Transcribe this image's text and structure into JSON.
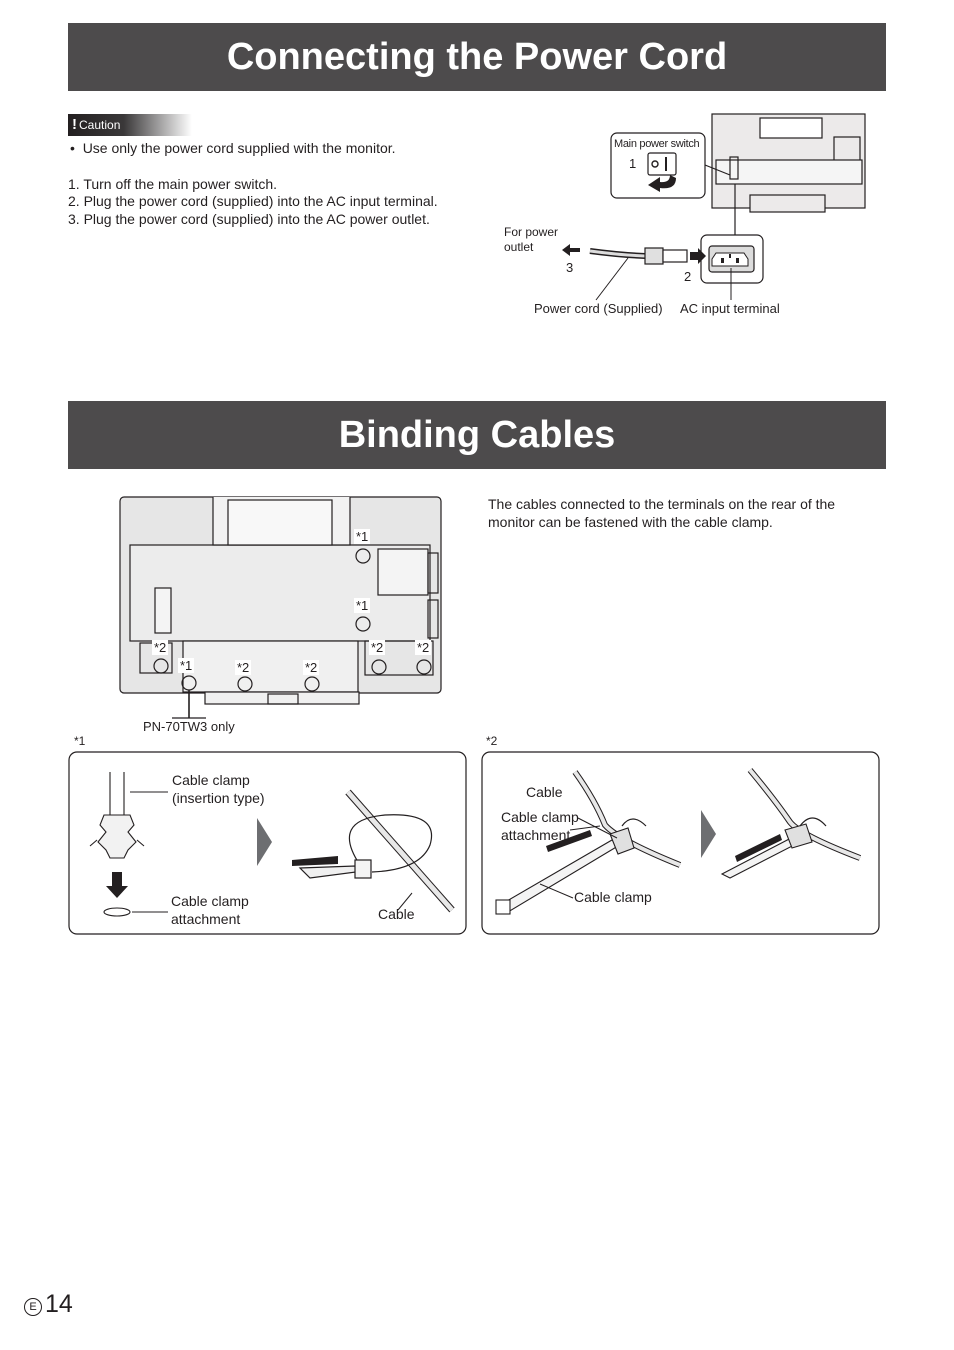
{
  "sections": {
    "power_title": "Connecting the Power Cord",
    "binding_title": "Binding Cables"
  },
  "caution": {
    "label": "Caution",
    "bullet": "Use only the power cord supplied with the monitor."
  },
  "steps": [
    "1. Turn off the main power switch.",
    "2. Plug the power cord (supplied) into the AC input terminal.",
    "3. Plug the power cord (supplied) into the AC power outlet."
  ],
  "power_diagram": {
    "main_power_switch": "Main power switch",
    "step1": "1",
    "step2": "2",
    "step3": "3",
    "for_power": "For power",
    "outlet": "outlet",
    "power_cord": "Power cord (Supplied)",
    "ac_input": "AC input terminal"
  },
  "binding": {
    "description_line1": "The cables connected to the terminals on the rear of the",
    "description_line2": "monitor can be fastened with the cable clamp.",
    "tag1": "*1",
    "tag2": "*2",
    "pn_note": "PN-70TW3 only"
  },
  "panel1": {
    "label": "*1",
    "clamp_insertion_line1": "Cable clamp",
    "clamp_insertion_line2": "(insertion type)",
    "attachment_line1": "Cable clamp",
    "attachment_line2": "attachment",
    "cable": "Cable"
  },
  "panel2": {
    "label": "*2",
    "cable": "Cable",
    "attachment_line1": "Cable clamp",
    "attachment_line2": "attachment",
    "clamp": "Cable clamp"
  },
  "footer": {
    "lang": "E",
    "page": "14"
  }
}
